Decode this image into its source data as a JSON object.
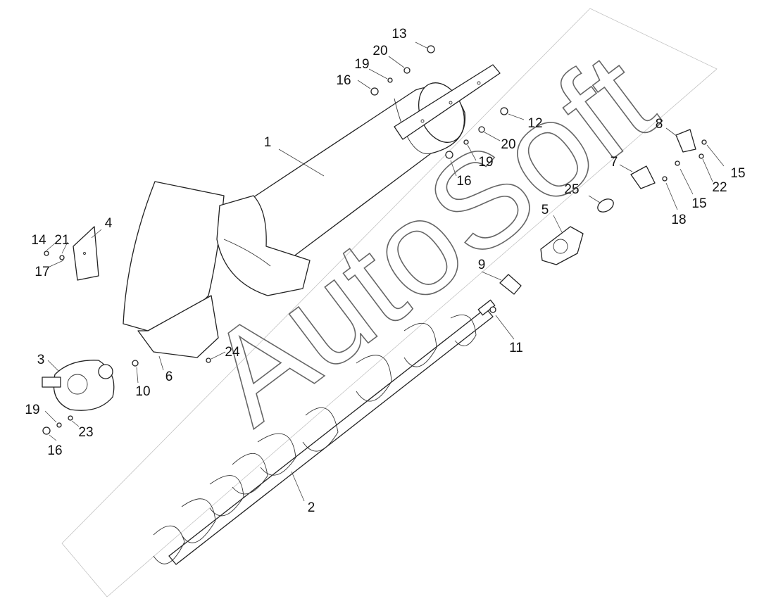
{
  "watermark": "AutoSoft",
  "callouts": [
    {
      "id": "c1",
      "text": "1"
    },
    {
      "id": "c2",
      "text": "2"
    },
    {
      "id": "c3",
      "text": "3"
    },
    {
      "id": "c4",
      "text": "4"
    },
    {
      "id": "c5",
      "text": "5"
    },
    {
      "id": "c6",
      "text": "6"
    },
    {
      "id": "c7",
      "text": "7"
    },
    {
      "id": "c8",
      "text": "8"
    },
    {
      "id": "c9",
      "text": "9"
    },
    {
      "id": "c10",
      "text": "10"
    },
    {
      "id": "c11",
      "text": "11"
    },
    {
      "id": "c12",
      "text": "12"
    },
    {
      "id": "c13",
      "text": "13"
    },
    {
      "id": "c14",
      "text": "14"
    },
    {
      "id": "c15a",
      "text": "15"
    },
    {
      "id": "c15b",
      "text": "15"
    },
    {
      "id": "c16a",
      "text": "16"
    },
    {
      "id": "c16b",
      "text": "16"
    },
    {
      "id": "c16c",
      "text": "16"
    },
    {
      "id": "c17",
      "text": "17"
    },
    {
      "id": "c18",
      "text": "18"
    },
    {
      "id": "c19a",
      "text": "19"
    },
    {
      "id": "c19b",
      "text": "19"
    },
    {
      "id": "c19c",
      "text": "19"
    },
    {
      "id": "c20a",
      "text": "20"
    },
    {
      "id": "c20b",
      "text": "20"
    },
    {
      "id": "c21",
      "text": "21"
    },
    {
      "id": "c22",
      "text": "22"
    },
    {
      "id": "c23",
      "text": "23"
    },
    {
      "id": "c24",
      "text": "24"
    },
    {
      "id": "c25",
      "text": "25"
    }
  ]
}
